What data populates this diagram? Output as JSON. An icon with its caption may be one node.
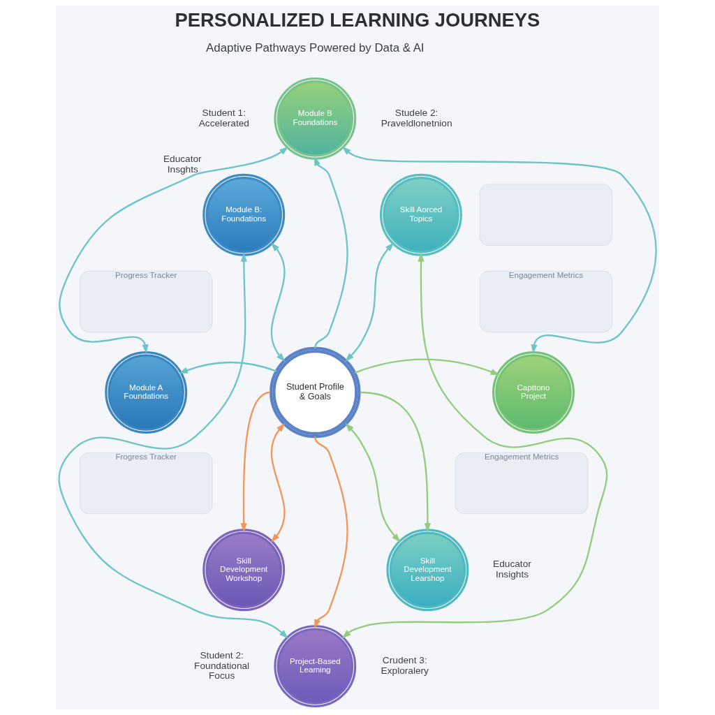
{
  "diagram": {
    "title": "PERSONALIZED LEARNING JOURNEYS",
    "nodes": [
      {
        "text": [
          "Module B Foundations"
        ],
        "beside": [
          "Student 1: Accelerated",
          "Studele 2: Praveldlonetnion"
        ]
      },
      {
        "text": [
          "Module B: Foundations"
        ],
        "beside": [
          "Educator Insghts"
        ]
      },
      {
        "text": [
          "Skill Aorced Topics"
        ]
      },
      {
        "text": [],
        "shape": "box"
      },
      {
        "text": [
          "Progress Tracker"
        ]
      },
      {
        "text": [
          "Engagement Metrics"
        ]
      },
      {
        "text": [
          "Module A Foundations"
        ]
      },
      {
        "text": [
          "Student Profile & Goals"
        ]
      },
      {
        "text": [
          "Capttono Project"
        ]
      },
      {
        "text": [
          "Engagement Metrics"
        ]
      },
      {
        "text": [
          "Frogress Tracker"
        ]
      },
      {
        "text": [
          "Skill Development Workshop"
        ]
      },
      {
        "text": [
          "Skill Development Learshop"
        ],
        "beside": [
          "Educator Insights"
        ]
      },
      {
        "text": [
          "Project-Based Leaming"
        ],
        "beside": [
          "Student 2: Foundational Focus",
          "Crudent 3: Exploralery"
        ]
      }
    ],
    "edges": [
      {
        "from": 7,
        "to": 0,
        "arrow": "to"
      },
      {
        "from": 7,
        "to": 1,
        "arrow": "both"
      },
      {
        "from": 7,
        "to": 2,
        "arrow": "both"
      },
      {
        "from": 7,
        "to": 6,
        "arrow": "to"
      },
      {
        "from": 7,
        "to": 8,
        "arrow": "to",
        "color": "#94cc7e"
      },
      {
        "from": 7,
        "to": 11,
        "arrow": "to",
        "color": "#f0965a"
      },
      {
        "from": 11,
        "to": 7,
        "arrow": "both",
        "color": "#f0965a"
      },
      {
        "from": 7,
        "to": 13,
        "arrow": "to",
        "color": "#f0965a"
      },
      {
        "from": 7,
        "to": 12,
        "arrow": "to",
        "color": "#94cc7e"
      },
      {
        "from": 12,
        "to": 7,
        "arrow": "both",
        "color": "#94cc7e"
      },
      {
        "from": 6,
        "to": 0,
        "arrow": "both"
      },
      {
        "from": 0,
        "to": 8,
        "arrow": "both"
      },
      {
        "from": 1,
        "to": 13,
        "arrow": "both"
      },
      {
        "from": 2,
        "to": 13,
        "arrow": "both",
        "color": "#94cc7e"
      }
    ],
    "labels": [
      "Adaptive Pathways Powered by Data & AI"
    ]
  }
}
